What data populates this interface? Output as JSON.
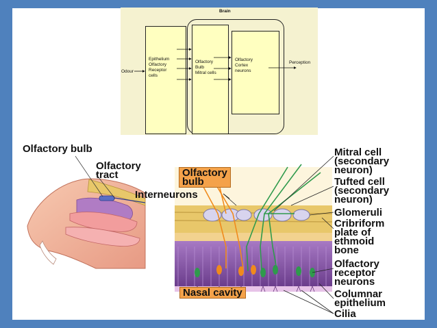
{
  "flowchart": {
    "brain_label": "Brain",
    "odour_label": "Odour",
    "perception_label": "Perception",
    "box1": [
      "Epithelium",
      "Olfactory",
      "Receptor",
      "cells"
    ],
    "box2": [
      "Olfactory",
      "Bulb",
      "Mitral cells"
    ],
    "box3": [
      "Olfactory",
      "Cortex",
      "neurons"
    ]
  },
  "nose_diagram": {
    "olfactory_bulb": "Olfactory bulb",
    "olfactory_tract": [
      "Olfactory",
      "tract"
    ]
  },
  "histology": {
    "olfactory_bulb_tag": [
      "Olfactory",
      "bulb"
    ],
    "interneurons": "Interneurons",
    "nasal_cavity_tag": "Nasal cavity",
    "right_labels": {
      "mitral_cell": [
        "Mitral cell",
        "(secondary",
        "neuron)"
      ],
      "tufted_cell": [
        "Tufted cell",
        "(secondary",
        "neuron)"
      ],
      "glomeruli": [
        "Glomeruli"
      ],
      "cribriform": [
        "Cribriform",
        "plate of",
        "ethmoid",
        "bone"
      ],
      "receptor_neurons": [
        "Olfactory",
        "receptor",
        "neurons"
      ],
      "columnar": [
        "Columnar",
        "epithelium"
      ],
      "cilia": [
        "Cilia"
      ]
    }
  },
  "colors": {
    "frame": "#4f81bd",
    "flow_panel": "#f5f2d0",
    "flow_box": "#ffffc0",
    "orange_tag": "#f4a24a",
    "epithelium_purple": "#8e5aa8",
    "bone": "#e8c76a"
  }
}
